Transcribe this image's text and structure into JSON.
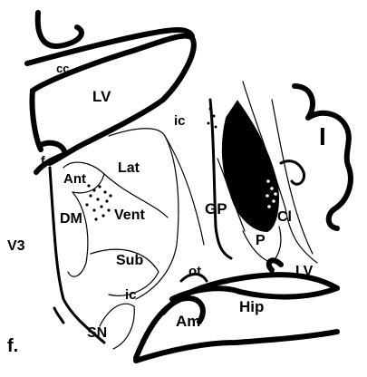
{
  "panel_label": "f.",
  "regions": {
    "cc": "cc",
    "lv_upper": "LV",
    "ic_upper": "ic",
    "insula": "I",
    "f": "f",
    "ant": "Ant",
    "lat": "Lat",
    "dm": "DM",
    "vent": "Vent",
    "v3": "V3",
    "gp": "GP",
    "cl": "Cl",
    "p": "P",
    "sub": "Sub",
    "ot": "ot",
    "lv_lower": "LV",
    "ic_lower": "ic",
    "hip": "Hip",
    "am": "Am",
    "sn": "SN"
  }
}
